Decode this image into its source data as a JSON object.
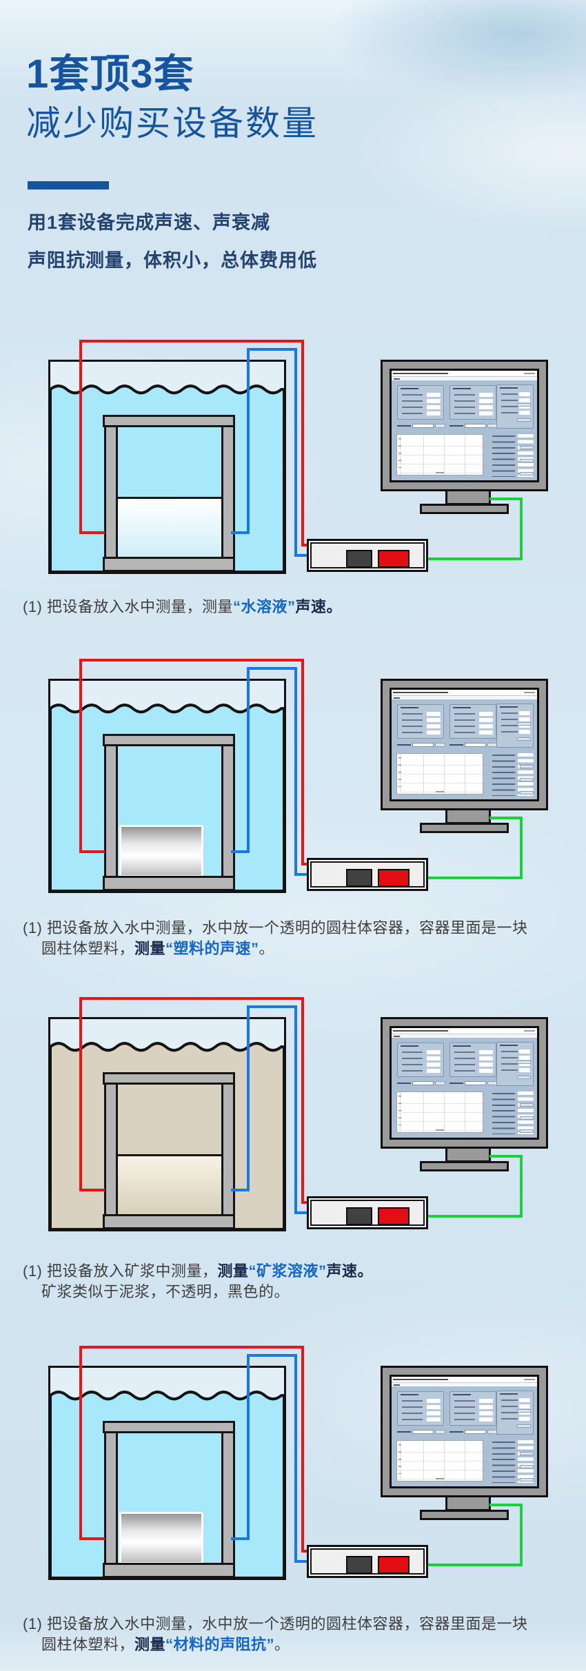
{
  "header": {
    "title_bold": "1套顶3套",
    "title_rest": "减少购买设备数量",
    "desc_line1": "用1套设备完成声速、声衰减",
    "desc_line2": "声阻抗测量，体积小，总体费用低"
  },
  "palette": {
    "title_blue": "#15549f",
    "caption_blue": "#1467c8",
    "wire_red": "#ee1214",
    "wire_blue": "#1878e8",
    "cable_green": "#19d139",
    "button_red": "#e10e14",
    "button_dark": "#414141",
    "tank_border": "#121212",
    "fixture_gray": "#b5b5b5",
    "monitor_gray": "#9a9a9a",
    "screen_blue": "#abc0d5"
  },
  "liquids": {
    "water": {
      "fill": "#a7e9fa",
      "lower_top": "#ffffff",
      "lower_bottom": "#cdeef8"
    },
    "slurry": {
      "fill": "#d9d2c0",
      "lower_top": "#f7f2e4",
      "lower_bottom": "#d7cfb8"
    }
  },
  "sections": [
    {
      "label": "water-solution-sound-speed",
      "cavity": "divided",
      "liquid_key": "water",
      "caption": {
        "parts": [
          {
            "t": "(1)  把设备放入水中测量，测量",
            "s": "n"
          },
          {
            "t": "“水溶液”",
            "s": "b-blue"
          },
          {
            "t": "声速。",
            "s": "b-dark"
          }
        ]
      }
    },
    {
      "label": "plastic-sound-speed",
      "cavity": "cylinder",
      "liquid_key": "water",
      "caption": {
        "parts": [
          {
            "t": "(1)  把设备放入水中测量，水中放一个透明的圆柱体容器，容器里面是一块",
            "s": "n"
          },
          {
            "t": "圆柱体塑料，",
            "s": "n",
            "br": true
          },
          {
            "t": "测量",
            "s": "b-dark"
          },
          {
            "t": "“塑料的声速”",
            "s": "b-blue"
          },
          {
            "t": "。",
            "s": "n"
          }
        ]
      }
    },
    {
      "label": "slurry-solution-sound-speed",
      "cavity": "divided",
      "liquid_key": "slurry",
      "caption": {
        "parts": [
          {
            "t": "(1)  把设备放入矿浆中测量，",
            "s": "n"
          },
          {
            "t": "测量",
            "s": "b-dark"
          },
          {
            "t": "“矿浆溶液”",
            "s": "b-blue"
          },
          {
            "t": "声速。",
            "s": "b-dark"
          },
          {
            "t": "矿浆类似于泥浆，不透明，黑色的。",
            "s": "n",
            "br": true
          }
        ]
      }
    },
    {
      "label": "material-acoustic-impedance",
      "cavity": "cylinder",
      "liquid_key": "water",
      "caption": {
        "parts": [
          {
            "t": "(1)  把设备放入水中测量，水中放一个透明的圆柱体容器，容器里面是一块",
            "s": "n"
          },
          {
            "t": "圆柱体塑料，",
            "s": "n",
            "br": true
          },
          {
            "t": "测量",
            "s": "b-dark"
          },
          {
            "t": "“材料的声阻抗”",
            "s": "b-blue"
          },
          {
            "t": "。",
            "s": "n"
          }
        ]
      }
    }
  ],
  "layout_tops": {
    "sections": [
      493,
      956,
      1447,
      1953
    ],
    "captions": [
      866,
      1332,
      1830,
      2342
    ]
  }
}
